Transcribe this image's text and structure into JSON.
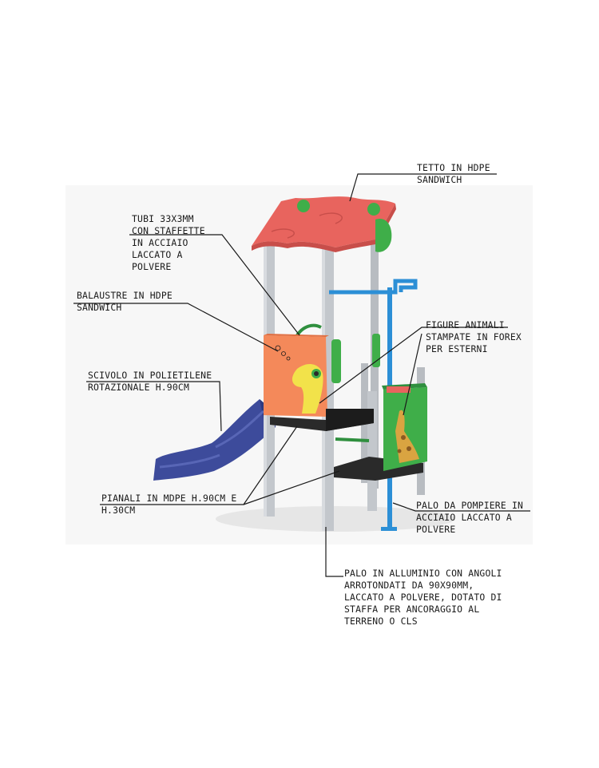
{
  "callouts": {
    "roof": [
      "TETTO IN HDPE",
      "SANDWICH"
    ],
    "tubes": [
      "TUBI 33X3MM",
      "CON STAFFETTE",
      "IN ACCIAIO",
      "LACCATO A",
      "POLVERE"
    ],
    "balustrades": [
      "BALAUSTRE IN HDPE",
      "SANDWICH"
    ],
    "slide": [
      "SCIVOLO IN POLIETILENE",
      "ROTAZIONALE H.90CM"
    ],
    "animals": [
      "FIGURE ANIMALI",
      "STAMPATE IN FOREX",
      "PER ESTERNI"
    ],
    "decks": [
      "PIANALI IN MDPE H.90CM E",
      "H.30CM"
    ],
    "fireman_pole": [
      "PALO DA POMPIERE IN",
      "ACCIAIO LACCATO A",
      "POLVERE"
    ],
    "post": [
      "PALO IN ALLUMINIO CON ANGOLI",
      "ARROTONDATI DA 90X90MM,",
      "LACCATO A POLVERE, DOTATO DI",
      "STAFFA PER ANCORAGGIO AL",
      "TERRENO O CLS"
    ]
  },
  "colors": {
    "roof": "#e8645e",
    "green": "#3fae49",
    "orange_panel": "#f4895a",
    "yellow_figure": "#f2e24a",
    "slide": "#3d4b9b",
    "fire_pole": "#2c8fd6",
    "steel": "#c3c7cc",
    "deck": "#2a2a2a"
  }
}
